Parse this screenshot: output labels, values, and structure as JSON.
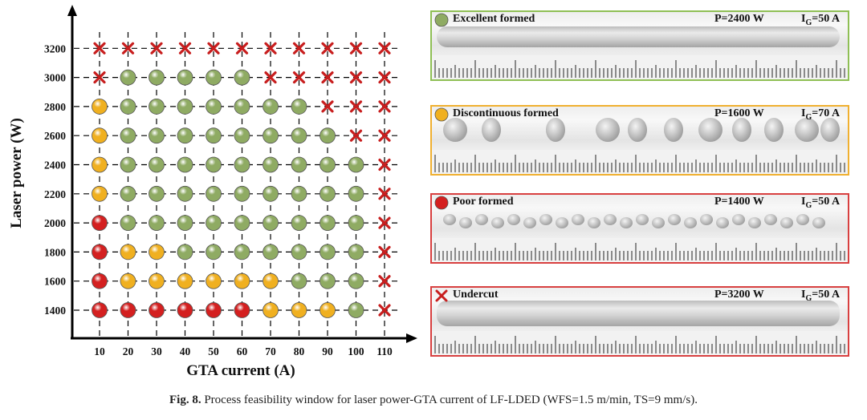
{
  "chart_data": {
    "type": "scatter",
    "xlabel": "GTA current (A)",
    "ylabel": "Laser power (W)",
    "x_ticks": [
      10,
      20,
      30,
      40,
      50,
      60,
      70,
      80,
      90,
      100,
      110
    ],
    "y_ticks": [
      1400,
      1600,
      1800,
      2000,
      2200,
      2400,
      2600,
      2800,
      3000,
      3200
    ],
    "grid": "dashed",
    "categories": {
      "E": {
        "label": "Excellent formed",
        "color": "#8fab63"
      },
      "D": {
        "label": "Discontinuous formed",
        "color": "#f0b020"
      },
      "P": {
        "label": "Poor formed",
        "color": "#d42020"
      },
      "U": {
        "label": "Undercut",
        "color": "#c81e1e"
      }
    },
    "matrix": [
      {
        "power": 3200,
        "states": [
          "U",
          "U",
          "U",
          "U",
          "U",
          "U",
          "U",
          "U",
          "U",
          "U",
          "U"
        ]
      },
      {
        "power": 3000,
        "states": [
          "U",
          "E",
          "E",
          "E",
          "E",
          "E",
          "U",
          "U",
          "U",
          "U",
          "U"
        ]
      },
      {
        "power": 2800,
        "states": [
          "D",
          "E",
          "E",
          "E",
          "E",
          "E",
          "E",
          "E",
          "U",
          "U",
          "U"
        ]
      },
      {
        "power": 2600,
        "states": [
          "D",
          "E",
          "E",
          "E",
          "E",
          "E",
          "E",
          "E",
          "E",
          "U",
          "U"
        ]
      },
      {
        "power": 2400,
        "states": [
          "D",
          "E",
          "E",
          "E",
          "E",
          "E",
          "E",
          "E",
          "E",
          "E",
          "U"
        ]
      },
      {
        "power": 2200,
        "states": [
          "D",
          "E",
          "E",
          "E",
          "E",
          "E",
          "E",
          "E",
          "E",
          "E",
          "U"
        ]
      },
      {
        "power": 2000,
        "states": [
          "P",
          "E",
          "E",
          "E",
          "E",
          "E",
          "E",
          "E",
          "E",
          "E",
          "U"
        ]
      },
      {
        "power": 1800,
        "states": [
          "P",
          "D",
          "D",
          "E",
          "E",
          "E",
          "E",
          "E",
          "E",
          "E",
          "U"
        ]
      },
      {
        "power": 1600,
        "states": [
          "P",
          "D",
          "D",
          "D",
          "D",
          "D",
          "D",
          "E",
          "E",
          "E",
          "U"
        ]
      },
      {
        "power": 1400,
        "states": [
          "P",
          "P",
          "P",
          "P",
          "P",
          "P",
          "D",
          "D",
          "D",
          "E",
          "U"
        ]
      }
    ]
  },
  "panels": [
    {
      "category": "E",
      "label": "Excellent formed",
      "power": "P=2400 W",
      "current_prefix": "I",
      "current_sub": "G",
      "current_value": "=50 A",
      "border": "#8fbf55",
      "style": "smooth"
    },
    {
      "category": "D",
      "label": "Discontinuous formed",
      "power": "P=1600 W",
      "current_prefix": "I",
      "current_sub": "G",
      "current_value": "=70 A",
      "border": "#f0b030",
      "style": "blobs"
    },
    {
      "category": "P",
      "label": "Poor formed",
      "power": "P=1400 W",
      "current_prefix": "I",
      "current_sub": "G",
      "current_value": "=50 A",
      "border": "#d84040",
      "style": "rough"
    },
    {
      "category": "U",
      "label": "Undercut",
      "power": "P=3200 W",
      "current_prefix": "I",
      "current_sub": "G",
      "current_value": "=50 A",
      "border": "#d84040",
      "style": "undercut"
    }
  ],
  "caption": {
    "label": "Fig. 8.",
    "text": "Process feasibility window for laser power-GTA current of LF-LDED (WFS=1.5 m/min, TS=9 mm/s)."
  }
}
